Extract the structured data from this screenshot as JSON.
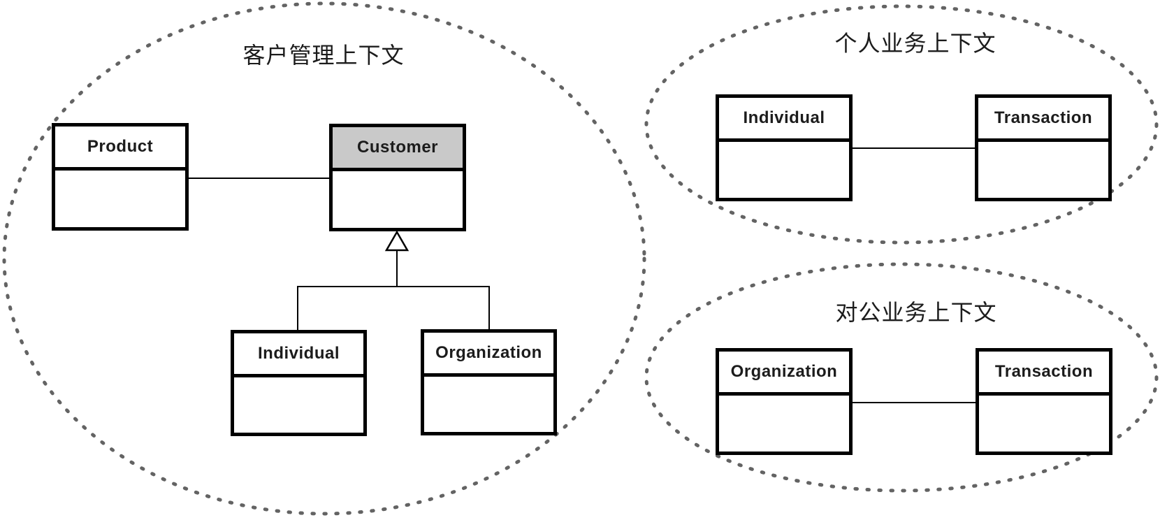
{
  "diagram": {
    "type": "bounded-context-uml-diagram",
    "contexts": [
      {
        "id": "customer-management",
        "title": "客户管理上下文",
        "classes": [
          {
            "name": "Product",
            "highlighted": false
          },
          {
            "name": "Customer",
            "highlighted": true
          },
          {
            "name": "Individual",
            "highlighted": false
          },
          {
            "name": "Organization",
            "highlighted": false
          }
        ],
        "relationships": [
          {
            "type": "association",
            "from": "Product",
            "to": "Customer"
          },
          {
            "type": "generalization",
            "parent": "Customer",
            "children": [
              "Individual",
              "Organization"
            ]
          }
        ]
      },
      {
        "id": "personal-business",
        "title": "个人业务上下文",
        "classes": [
          {
            "name": "Individual",
            "highlighted": false
          },
          {
            "name": "Transaction",
            "highlighted": false
          }
        ],
        "relationships": [
          {
            "type": "association",
            "from": "Individual",
            "to": "Transaction"
          }
        ]
      },
      {
        "id": "corporate-business",
        "title": "对公业务上下文",
        "classes": [
          {
            "name": "Organization",
            "highlighted": false
          },
          {
            "name": "Transaction",
            "highlighted": false
          }
        ],
        "relationships": [
          {
            "type": "association",
            "from": "Organization",
            "to": "Transaction"
          }
        ]
      }
    ],
    "colors": {
      "highlight_header": "#c9c9c9",
      "box_border": "#000000",
      "box_fill": "#ffffff",
      "ellipse_dots": "#636363",
      "text": "#1c1c1c"
    }
  }
}
